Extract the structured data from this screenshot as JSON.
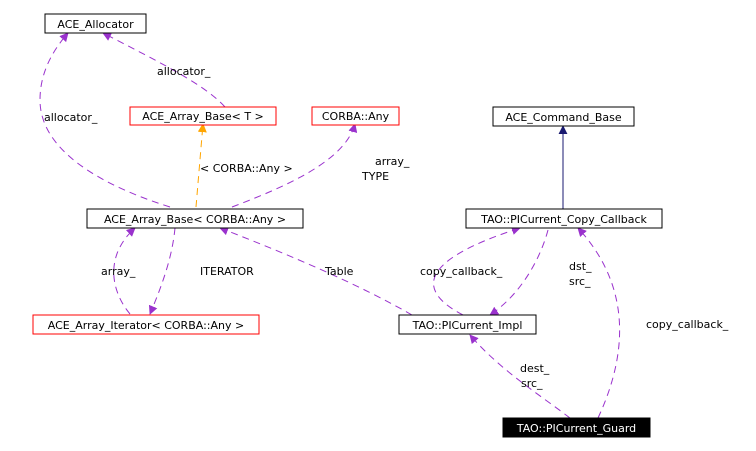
{
  "colors": {
    "usage": "#9a32cd",
    "template": "#ffa500",
    "inherit": "#191970",
    "bordered_red": "#ff0000",
    "bordered_black": "#000000",
    "highlight_bg": "#000000",
    "highlight_text": "#ffffff"
  },
  "nodes": {
    "ace_allocator": {
      "label": "ACE_Allocator",
      "border": "black"
    },
    "ace_array_base_t": {
      "label": "ACE_Array_Base< T >",
      "border": "red"
    },
    "corba_any": {
      "label": "CORBA::Any",
      "border": "red"
    },
    "ace_command_base": {
      "label": "ACE_Command_Base",
      "border": "black"
    },
    "ace_array_base_any": {
      "label": "ACE_Array_Base< CORBA::Any >",
      "border": "black"
    },
    "picurrent_copy_callback": {
      "label": "TAO::PICurrent_Copy_Callback",
      "border": "black"
    },
    "ace_array_iterator_any": {
      "label": "ACE_Array_Iterator< CORBA::Any >",
      "border": "red"
    },
    "picurrent_impl": {
      "label": "TAO::PICurrent_Impl",
      "border": "black"
    },
    "picurrent_guard": {
      "label": "TAO::PICurrent_Guard",
      "border": "highlight"
    }
  },
  "edge_labels": {
    "allocator_upper": "allocator_",
    "allocator_left": "allocator_",
    "template_any": "< CORBA::Any >",
    "array_type_1": "array_",
    "array_type_2": "TYPE",
    "array_left": "array_",
    "iterator": "ITERATOR",
    "table": "Table",
    "copy_callback_left": "copy_callback_",
    "dst_1": "dst_",
    "dst_2": "src_",
    "dest_1": "dest_",
    "dest_2": "src_",
    "copy_callback_right": "copy_callback_"
  }
}
